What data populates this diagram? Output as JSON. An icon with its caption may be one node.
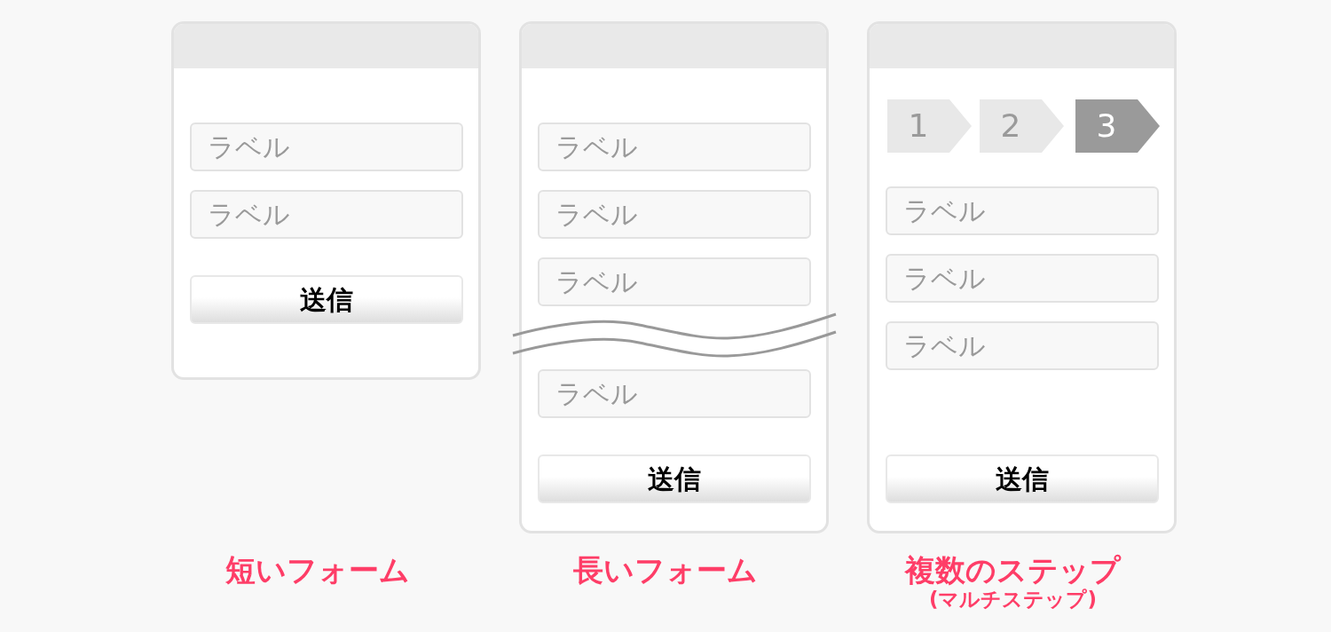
{
  "diagram": {
    "nodes": [
      {
        "text": [],
        "shape": "box"
      },
      {
        "text": [
          "ラベル"
        ],
        "in": 0
      },
      {
        "text": [
          "ラベル"
        ],
        "in": 0
      },
      {
        "text": [
          "送信"
        ],
        "in": 0
      },
      {
        "text": [],
        "shape": "box",
        "beside": [
          "長いフォーム"
        ]
      },
      {
        "text": [
          "ラベル"
        ],
        "in": 4
      },
      {
        "text": [
          "ラベル"
        ],
        "in": 4
      },
      {
        "text": [
          "ラベル"
        ],
        "in": 4
      },
      {
        "text": [
          "ラベル"
        ],
        "in": 4
      },
      {
        "text": [
          "送信"
        ],
        "in": 4
      },
      {
        "text": [],
        "shape": "box",
        "beside": [
          "複数のステップ",
          "(マルチステップ)"
        ]
      },
      {
        "text": [
          "1"
        ],
        "in": 10
      },
      {
        "text": [
          "2"
        ],
        "in": 10
      },
      {
        "text": [
          "3"
        ],
        "in": 10
      },
      {
        "text": [
          "ラベル"
        ],
        "in": 10
      },
      {
        "text": [
          "ラベル"
        ],
        "in": 10
      },
      {
        "text": [
          "ラベル"
        ],
        "in": 10
      },
      {
        "text": [
          "送信"
        ],
        "in": 10
      }
    ],
    "labels": [
      "短いフォーム"
    ]
  }
}
